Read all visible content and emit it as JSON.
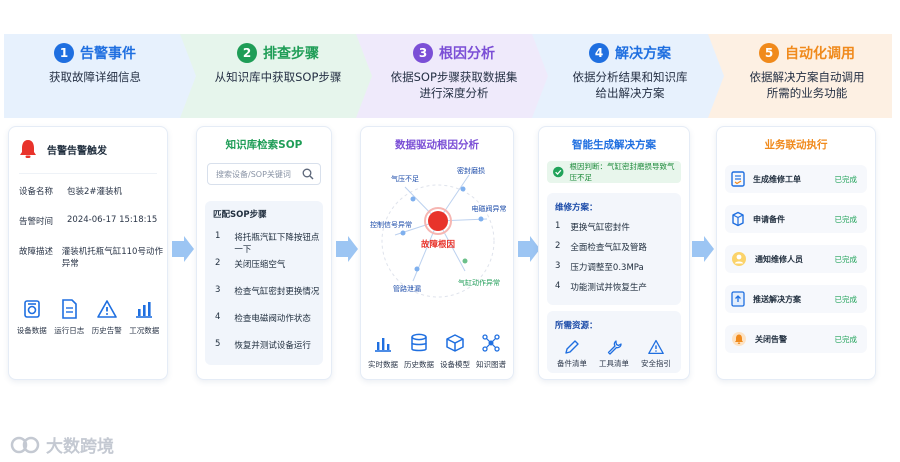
{
  "steps": [
    {
      "num": "1",
      "title": "告警事件",
      "desc1": "获取故障详细信息",
      "desc2": "",
      "color": "#1f6fe0"
    },
    {
      "num": "2",
      "title": "排查步骤",
      "desc1": "从知识库中获取SOP步骤",
      "desc2": "",
      "color": "#1f9d57"
    },
    {
      "num": "3",
      "title": "根因分析",
      "desc1": "依据SOP步骤获取数据集",
      "desc2": "进行深度分析",
      "color": "#7b4fd6"
    },
    {
      "num": "4",
      "title": "解决方案",
      "desc1": "依据分析结果和知识库",
      "desc2": "给出解决方案",
      "color": "#1f6fe0"
    },
    {
      "num": "5",
      "title": "自动化调用",
      "desc1": "依据解决方案自动调用",
      "desc2": "所需的业务功能",
      "color": "#f08a1c"
    }
  ],
  "panel1": {
    "alarm_title": "告警告警触发",
    "rows": [
      {
        "k": "设备名称",
        "v": "包装2#灌装机"
      },
      {
        "k": "告警时间",
        "v": "2024-06-17 15:18:15"
      },
      {
        "k": "故障描述",
        "v": "灌装机托瓶气缸110号动作异常"
      }
    ],
    "icons": [
      {
        "label": "设备数据",
        "icon": "device-icon"
      },
      {
        "label": "运行日志",
        "icon": "log-icon"
      },
      {
        "label": "历史告警",
        "icon": "warning-icon"
      },
      {
        "label": "工况数据",
        "icon": "chart-icon"
      }
    ]
  },
  "panel2": {
    "title": "知识库检索SOP",
    "search_placeholder": "搜索设备/SOP关键词",
    "sop_title": "匹配SOP步骤",
    "items": [
      {
        "n": "1",
        "t": "将托瓶汽缸下降按钮点一下"
      },
      {
        "n": "2",
        "t": "关闭压缩空气"
      },
      {
        "n": "3",
        "t": "检查气缸密封更换情况"
      },
      {
        "n": "4",
        "t": "检查电磁阀动作状态"
      },
      {
        "n": "5",
        "t": "恢复并测试设备运行"
      }
    ]
  },
  "panel3": {
    "title": "数据驱动根因分析",
    "center_label": "故障根因",
    "nodes": [
      "气压不足",
      "密封磨损",
      "电磁阀异常",
      "气缸动作异常",
      "管路泄漏",
      "控制信号异常"
    ],
    "icons": [
      {
        "label": "实时数据",
        "icon": "bar-icon"
      },
      {
        "label": "历史数据",
        "icon": "database-icon"
      },
      {
        "label": "设备模型",
        "icon": "cube-icon"
      },
      {
        "label": "知识图谱",
        "icon": "graph-icon"
      }
    ]
  },
  "panel4": {
    "title": "智能生成解决方案",
    "judgement": "根因判断：气缸密封磨损导致气压不足",
    "plan_title": "维修方案：",
    "plan": [
      {
        "n": "1",
        "t": "更换气缸密封件"
      },
      {
        "n": "2",
        "t": "全面检查气缸及管路"
      },
      {
        "n": "3",
        "t": "压力调整至0.3MPa"
      },
      {
        "n": "4",
        "t": "功能测试并恢复生产"
      }
    ],
    "res_title": "所需资源：",
    "resources": [
      {
        "label": "备件清单",
        "icon": "pen-icon"
      },
      {
        "label": "工具清单",
        "icon": "wrench-icon"
      },
      {
        "label": "安全指引",
        "icon": "warning-icon"
      }
    ]
  },
  "panel5": {
    "title": "业务联动执行",
    "tasks": [
      {
        "name": "生成维修工单",
        "status": "已完成",
        "icon": "order-icon"
      },
      {
        "name": "申请备件",
        "status": "已完成",
        "icon": "box-icon"
      },
      {
        "name": "通知维修人员",
        "status": "已完成",
        "icon": "person-icon"
      },
      {
        "name": "推送解决方案",
        "status": "已完成",
        "icon": "push-icon"
      },
      {
        "name": "关闭告警",
        "status": "已完成",
        "icon": "bell-icon"
      }
    ]
  },
  "watermark": "大数跨境",
  "colors": {
    "blue": "#1f6fe0",
    "green": "#21a35a",
    "red": "#e8332b",
    "orange": "#f08a1c"
  }
}
